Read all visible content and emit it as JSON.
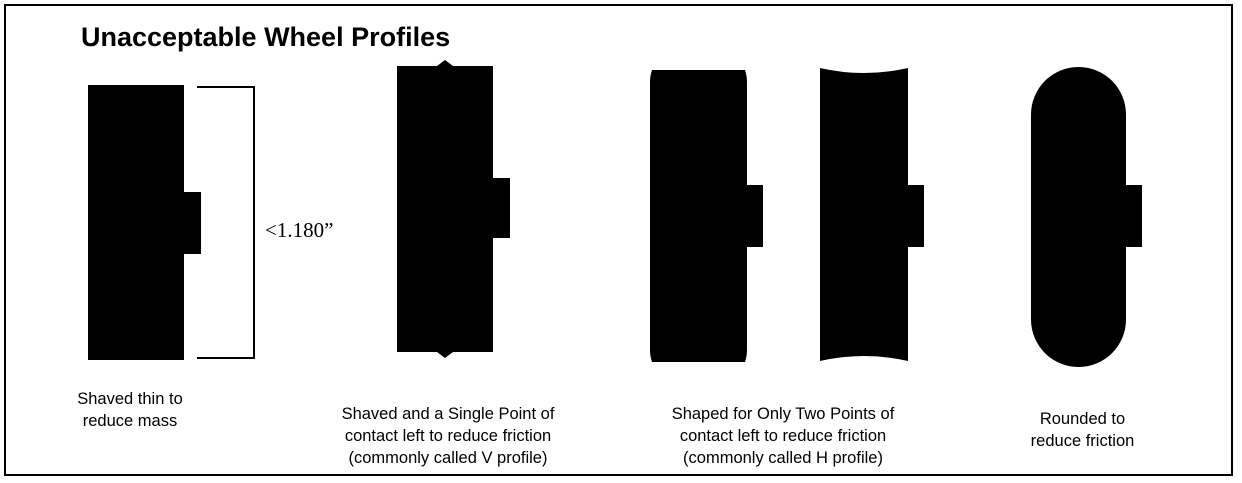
{
  "title": "Unacceptable Wheel Profiles",
  "dimension_label": "<1.180”",
  "profiles": [
    {
      "caption": [
        "Shaved thin to",
        "reduce mass"
      ]
    },
    {
      "caption": [
        "Shaved and a Single Point of",
        "contact left to reduce friction",
        "(commonly called V profile)"
      ]
    },
    {
      "caption": [
        "Shaped for Only Two Points of",
        "contact left to reduce friction",
        "(commonly called H profile)"
      ]
    },
    {
      "caption": [
        "Rounded to",
        "reduce friction"
      ]
    }
  ]
}
